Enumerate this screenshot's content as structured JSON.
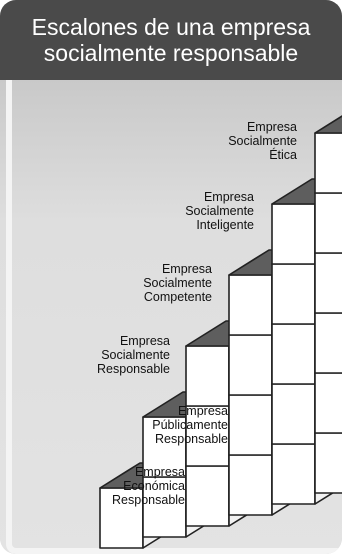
{
  "title": {
    "line1": "Escalones de una empresa",
    "line2": "socialmente responsable"
  },
  "steps": [
    {
      "lines": [
        "Empresa",
        "Económica",
        "Responsable"
      ]
    },
    {
      "lines": [
        "Empresa",
        "Públicamente",
        "Responsable"
      ]
    },
    {
      "lines": [
        "Empresa",
        "Socialmente",
        "Responsable"
      ]
    },
    {
      "lines": [
        "Empresa",
        "Socialmente",
        "Competente"
      ]
    },
    {
      "lines": [
        "Empresa",
        "Socialmente",
        "Inteligente"
      ]
    },
    {
      "lines": [
        "Empresa",
        "Socialmente",
        "Ética"
      ]
    }
  ],
  "colors": {
    "header_bg": "#4a4a4a",
    "cube_top": "#5e5e5e",
    "cube_face": "#ffffff",
    "background": "#d9d9d9"
  }
}
